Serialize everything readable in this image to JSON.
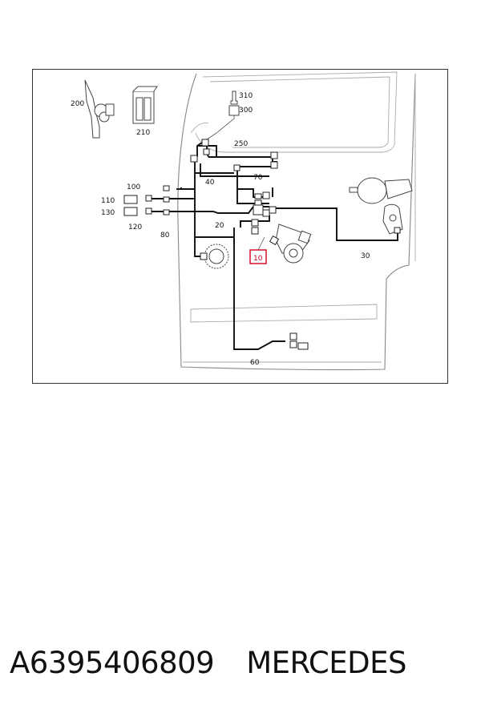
{
  "diagram": {
    "callouts": {
      "p10": "10",
      "p20": "20",
      "p30": "30",
      "p40": "40",
      "p60": "60",
      "p70": "70",
      "p80": "80",
      "p100": "100",
      "p110": "110",
      "p120": "120",
      "p130": "130",
      "p200": "200",
      "p210": "210",
      "p250": "250",
      "p300": "300",
      "p310": "310"
    },
    "highlight_color": "#d4001a"
  },
  "caption": {
    "part_number": "A6395406809",
    "brand": "MERCEDES"
  }
}
